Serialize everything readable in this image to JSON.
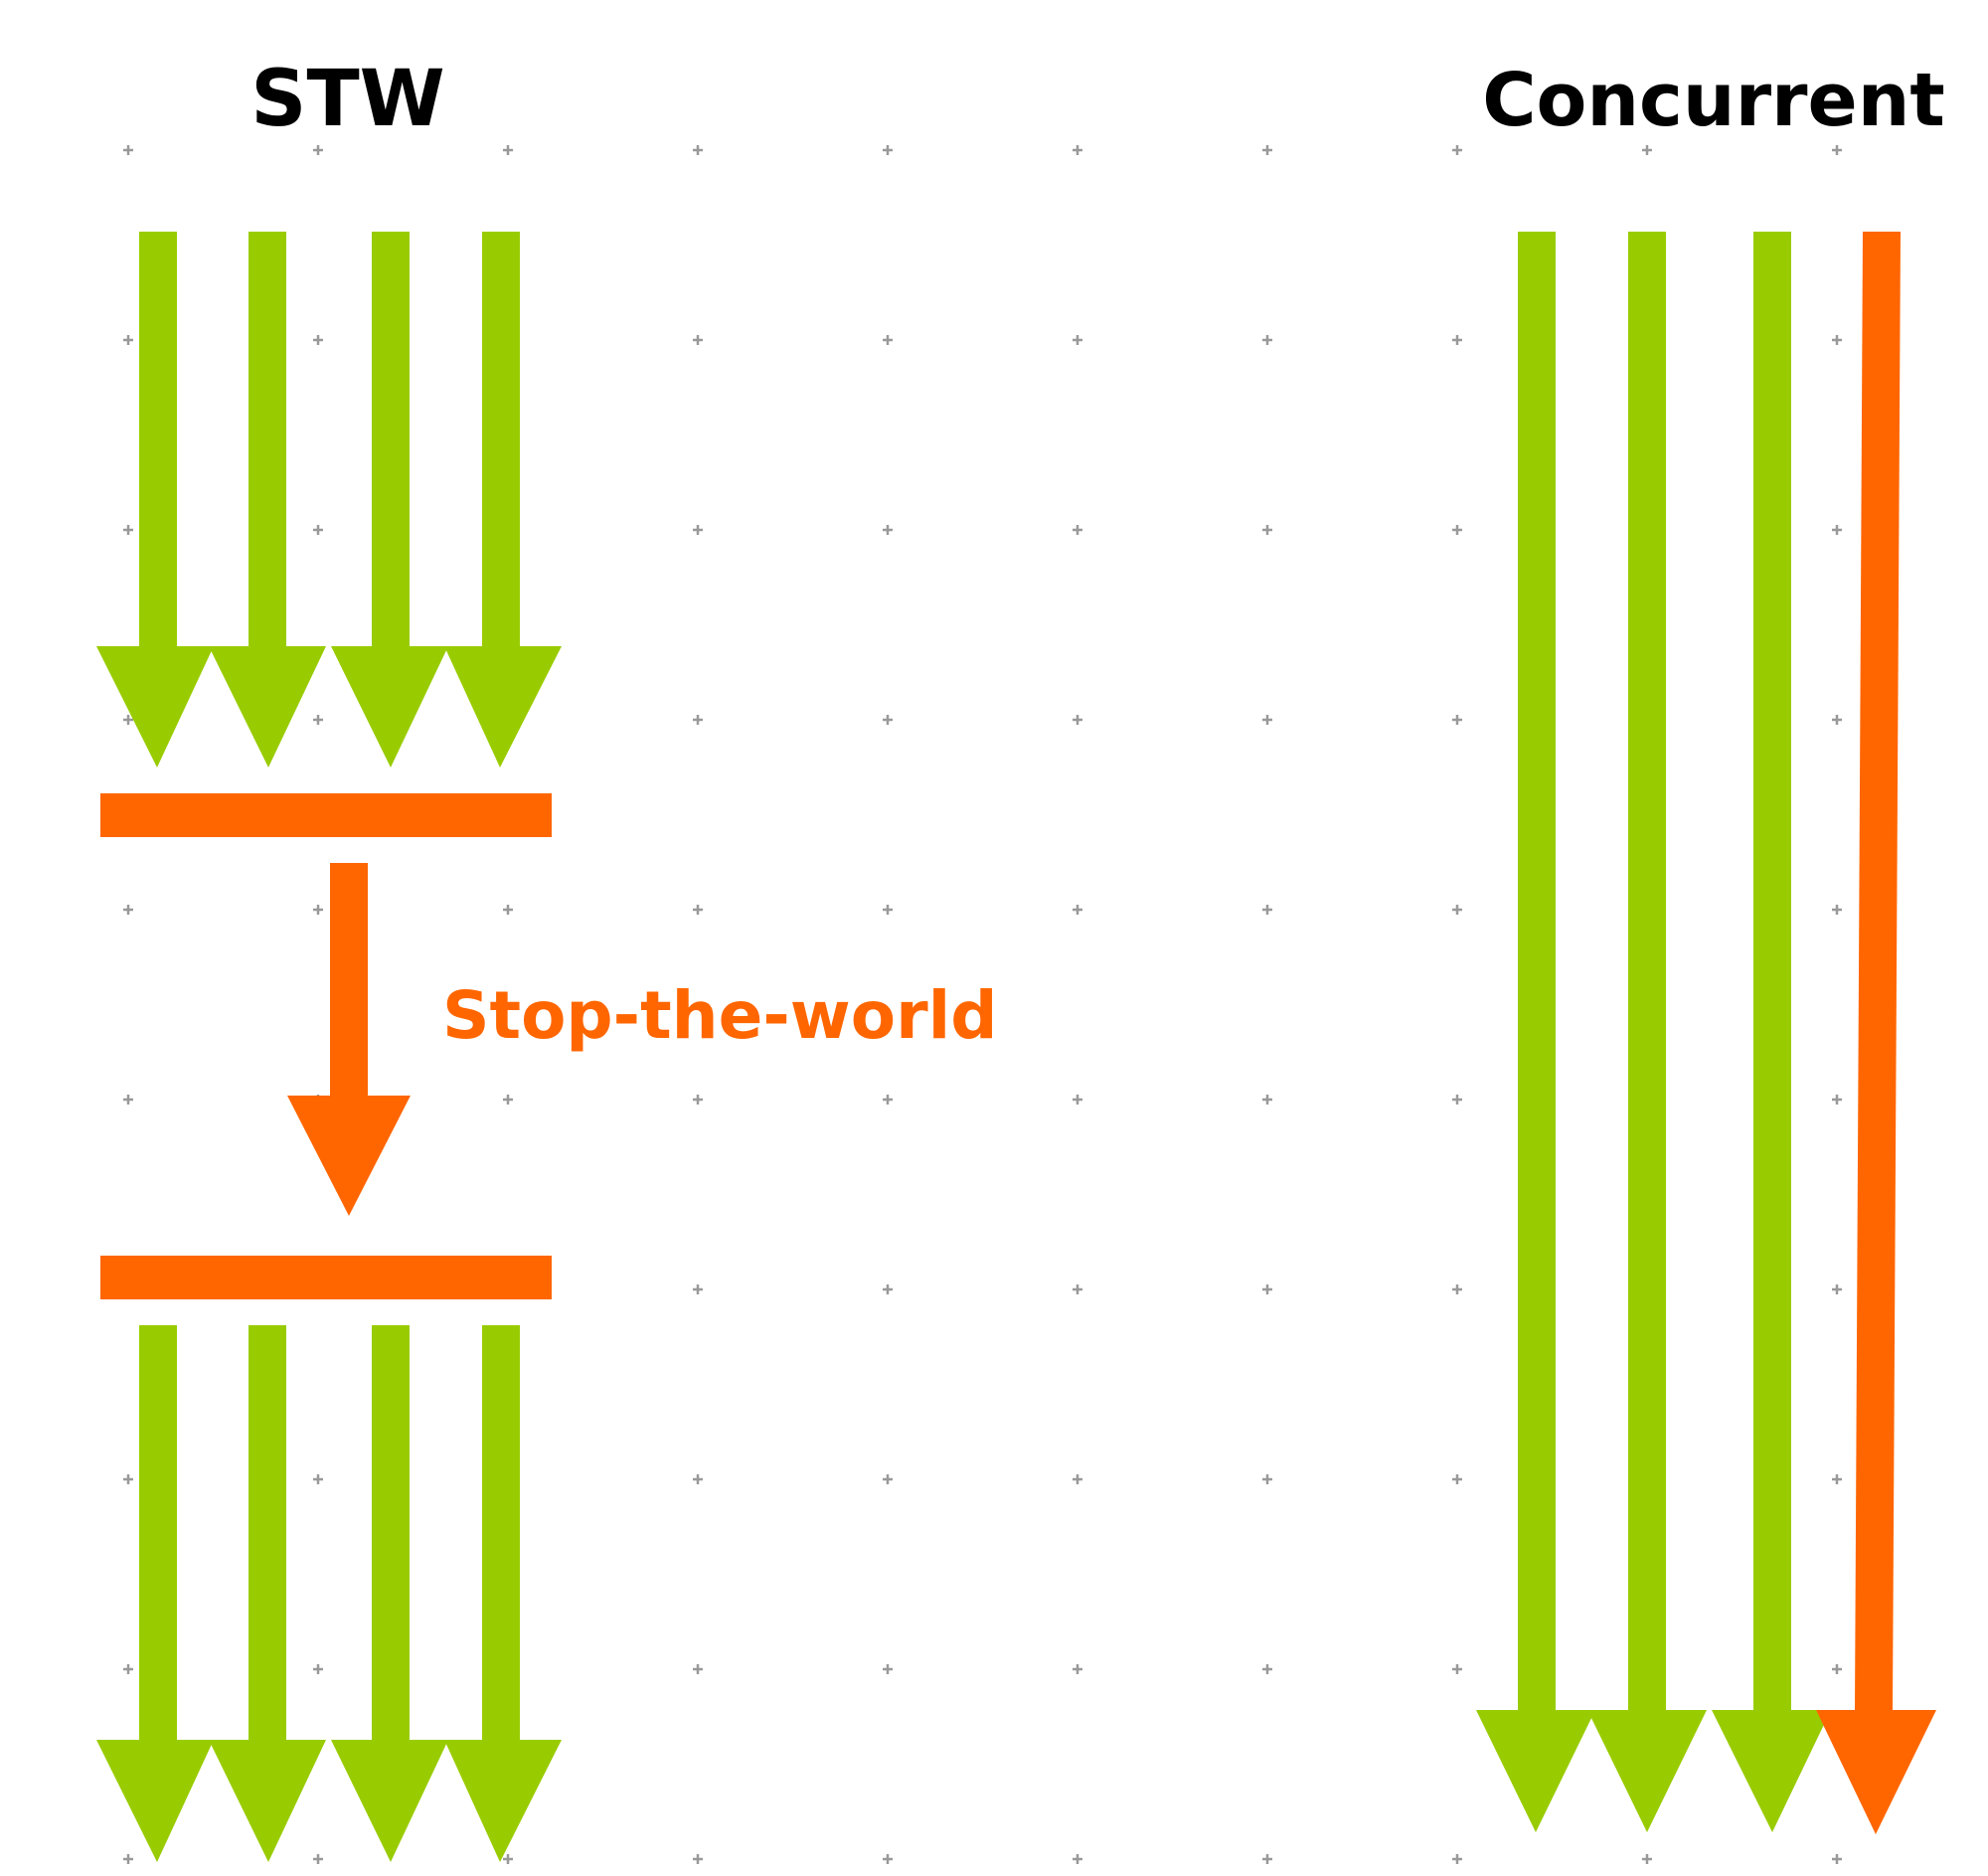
{
  "titles": {
    "stw": "STW",
    "concurrent": "Concurrent"
  },
  "labels": {
    "stop_the_world": "Stop-the-world"
  },
  "colors": {
    "green": "#99CC00",
    "orange": "#FF6600",
    "grid_dot": "#999999",
    "background": "#FFFFFF",
    "text": "#000000"
  }
}
